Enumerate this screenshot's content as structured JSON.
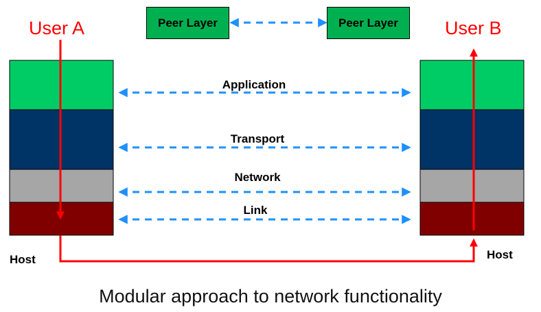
{
  "peer_layer": {
    "left_label": "Peer Layer",
    "right_label": "Peer Layer"
  },
  "users": {
    "a": "User A",
    "b": "User B"
  },
  "layers": [
    {
      "label": "Application",
      "color": "#00cc66"
    },
    {
      "label": "Transport",
      "color": "#003366"
    },
    {
      "label": "Network",
      "color": "#a6a6a6"
    },
    {
      "label": "Link",
      "color": "#800000"
    }
  ],
  "hosts": {
    "left": "Host",
    "right": "Host"
  },
  "caption": "Modular approach to network functionality",
  "colors": {
    "path": "#ff0000",
    "peer_arrow": "#1e90ff",
    "peer_box": "#00b050"
  }
}
